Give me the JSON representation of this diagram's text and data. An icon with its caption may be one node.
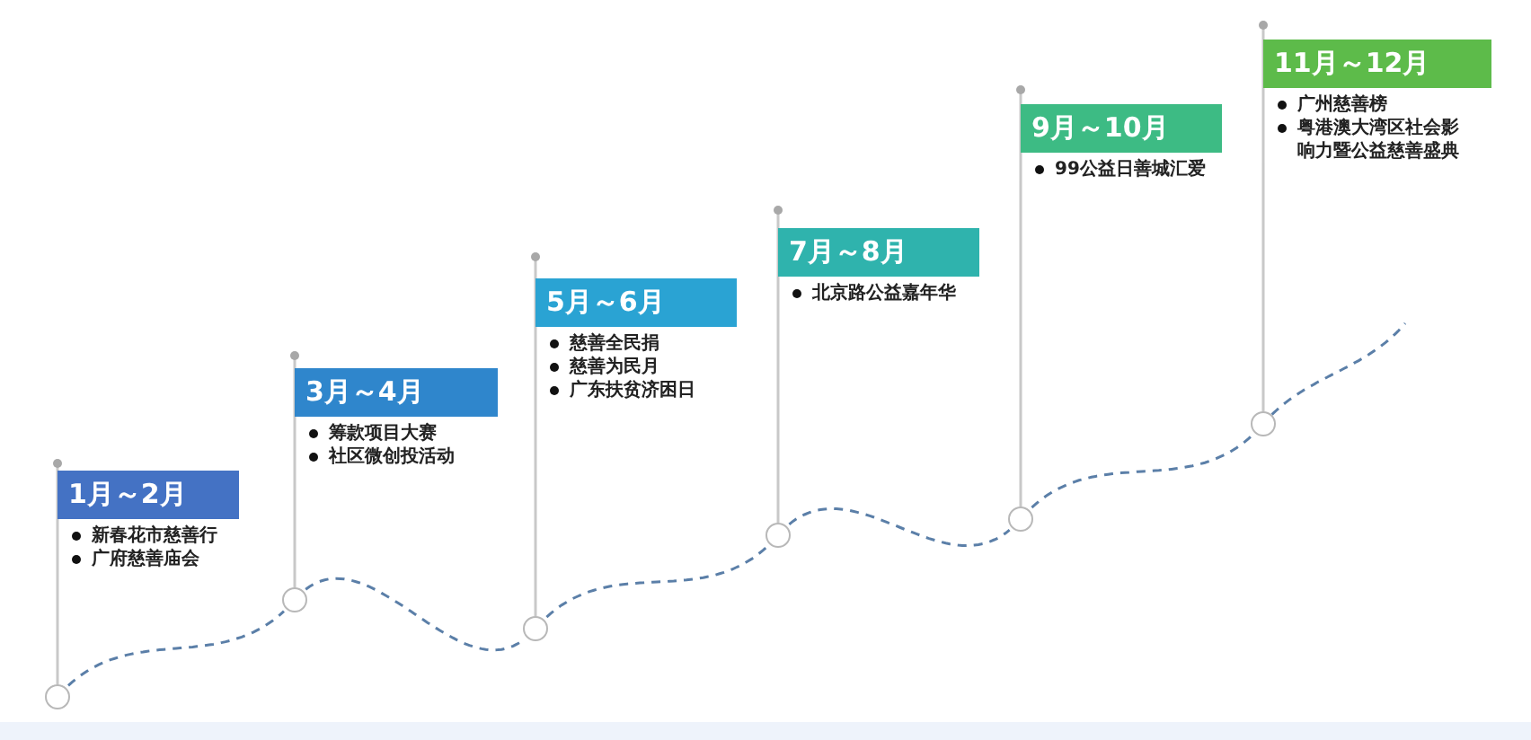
{
  "diagram": {
    "nodes": [
      {
        "text": [
          "1月～2月",
          "新春花市慈善行",
          "广府慈善庙会"
        ]
      },
      {
        "text": [
          "3月～4月",
          "筹款项目大赛",
          "社区微创投活动"
        ]
      },
      {
        "text": [
          "5月～6月",
          "慈善全民捐",
          "慈善为民月",
          "广东扶贫济困日"
        ]
      },
      {
        "text": [
          "7月～8月",
          "北京路公益嘉年华"
        ]
      },
      {
        "text": [
          "9月～10月",
          "99公益日善城汇爱"
        ]
      },
      {
        "text": [
          "11月～12月",
          "广州慈善榜",
          "粤港澳大湾区社会影响力暨公益慈善盛典"
        ]
      },
      {
        "text": [],
        "shape": "circle"
      },
      {
        "text": [],
        "shape": "circle"
      },
      {
        "text": [],
        "shape": "circle"
      },
      {
        "text": [],
        "shape": "circle"
      },
      {
        "text": [],
        "shape": "circle"
      },
      {
        "text": [],
        "shape": "circle"
      }
    ],
    "edges": [
      {
        "from": 0,
        "to": 6,
        "arrow": "none"
      },
      {
        "from": 1,
        "to": 7,
        "arrow": "none"
      },
      {
        "from": 2,
        "to": 8,
        "arrow": "none"
      },
      {
        "from": 3,
        "to": 9,
        "arrow": "none"
      },
      {
        "from": 4,
        "to": 10,
        "arrow": "none"
      },
      {
        "from": 5,
        "to": 11,
        "arrow": "none"
      },
      {
        "from": 6,
        "to": 7,
        "arrow": "none",
        "style": "dashed",
        "color": "#5b7fa8"
      },
      {
        "from": 7,
        "to": 8,
        "arrow": "none",
        "style": "dashed",
        "color": "#5b7fa8"
      },
      {
        "from": 8,
        "to": 9,
        "arrow": "none",
        "style": "dashed",
        "color": "#5b7fa8"
      },
      {
        "from": 9,
        "to": 10,
        "arrow": "none",
        "style": "dashed",
        "color": "#5b7fa8"
      },
      {
        "from": 10,
        "to": 11,
        "arrow": "none",
        "style": "dashed",
        "color": "#5b7fa8"
      },
      {
        "from": 11,
        "to": null,
        "arrow": "none",
        "style": "dashed",
        "color": "#5b7fa8"
      }
    ]
  }
}
